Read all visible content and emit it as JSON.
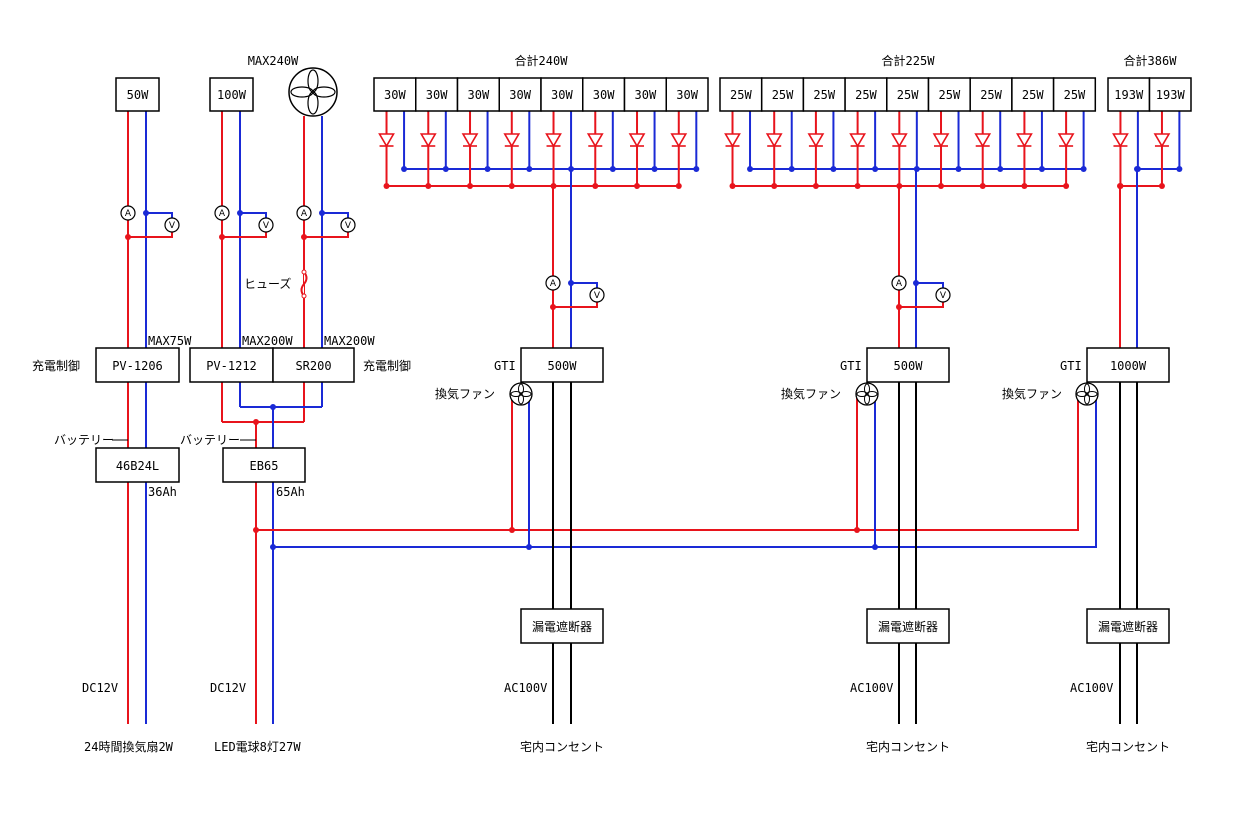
{
  "labels": {
    "max240": "MAX240W",
    "total1": "合計240W",
    "total2": "合計225W",
    "total3": "合計386W",
    "max75": "MAX75W",
    "max200a": "MAX200W",
    "max200b": "MAX200W",
    "fuse": "ヒューズ",
    "charge_left": "充電制御",
    "charge_right": "充電制御",
    "battery1": "バッテリー",
    "battery2": "バッテリー",
    "ah36": "36Ah",
    "ah65": "65Ah",
    "gti1": "GTI",
    "gti2": "GTI",
    "gti3": "GTI",
    "fan1": "換気ファン",
    "fan2": "換気ファン",
    "fan3": "換気ファン",
    "dc1": "DC12V",
    "dc2": "DC12V",
    "ac1": "AC100V",
    "ac2": "AC100V",
    "ac3": "AC100V",
    "load1": "24時間換気扇2W",
    "load2": "LED電球8灯27W",
    "outlet1": "宅内コンセント",
    "outlet2": "宅内コンセント",
    "outlet3": "宅内コンセント"
  },
  "boxes": {
    "p50": "50W",
    "p100": "100W",
    "pv1206": "PV-1206",
    "pv1212": "PV-1212",
    "sr200": "SR200",
    "b46": "46B24L",
    "eb65": "EB65",
    "gti500a": "500W",
    "gti500b": "500W",
    "gti1000": "1000W",
    "breaker1": "漏電遮断器",
    "breaker2": "漏電遮断器",
    "breaker3": "漏電遮断器"
  },
  "array1": [
    "30W",
    "30W",
    "30W",
    "30W",
    "30W",
    "30W",
    "30W",
    "30W"
  ],
  "array2": [
    "25W",
    "25W",
    "25W",
    "25W",
    "25W",
    "25W",
    "25W",
    "25W",
    "25W"
  ],
  "array3": [
    "193W",
    "193W"
  ],
  "meter_labels": {
    "ammeter": "A",
    "voltmeter": "V"
  },
  "colors": {
    "positive": "#e8141c",
    "negative": "#1a2ad6",
    "ac": "#000000"
  }
}
